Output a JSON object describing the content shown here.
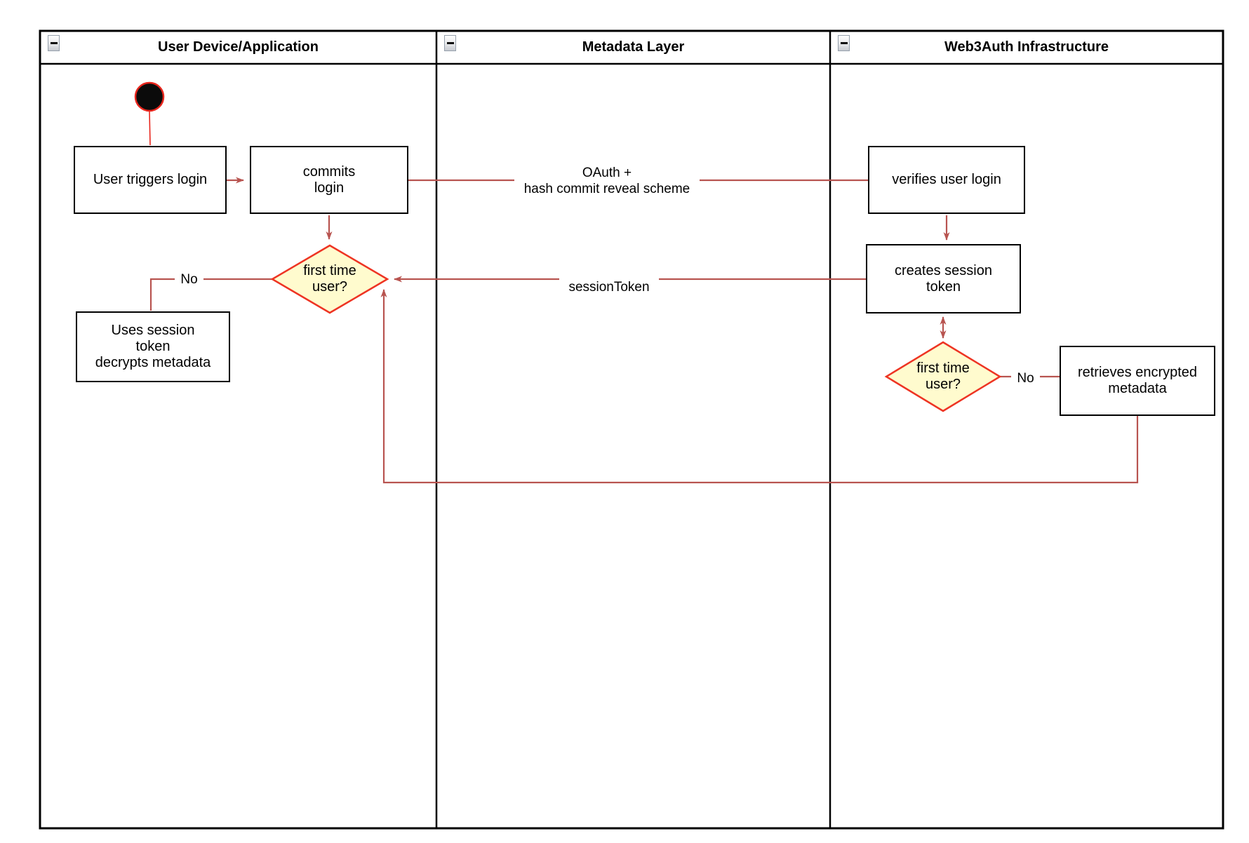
{
  "diagram": {
    "lanes": [
      {
        "title": "User Device/Application"
      },
      {
        "title": "Metadata Layer"
      },
      {
        "title": "Web3Auth Infrastructure"
      }
    ],
    "nodes": {
      "user_triggers_login": {
        "label": "User triggers login"
      },
      "commits_login": {
        "label": "commits\nlogin"
      },
      "first_time_user_left": {
        "label": "first time\nuser?"
      },
      "uses_session_token": {
        "label": "Uses session\ntoken\ndecrypts metadata"
      },
      "verifies_user_login": {
        "label": "verifies user login"
      },
      "creates_session_token": {
        "label": "creates session\ntoken"
      },
      "first_time_user_right": {
        "label": "first time\nuser?"
      },
      "retrieves_encrypted_metadata": {
        "label": "retrieves encrypted\nmetadata"
      }
    },
    "edge_labels": {
      "oauth": "OAuth +\nhash commit reveal scheme",
      "session_token": "sessionToken",
      "no_left": "No",
      "no_right": "No"
    },
    "colors": {
      "edge": "#b85450",
      "decision_fill": "#fffbce",
      "decision_border": "#ee3423",
      "start_fill": "#0b0b0b",
      "start_border": "#e8261d",
      "node_border": "#000000",
      "lane_border": "#000000"
    }
  }
}
